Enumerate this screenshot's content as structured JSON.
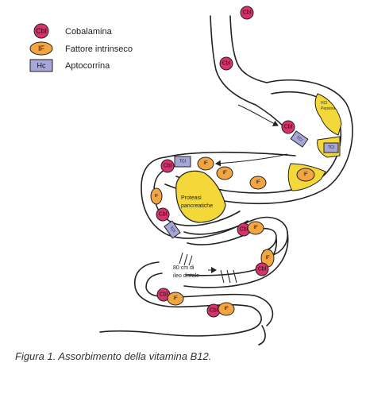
{
  "legend": {
    "cobalamin": {
      "symbol": "Cbl",
      "label": "Cobalamina"
    },
    "intrinsic_factor": {
      "symbol": "IF",
      "label": "Fattore intrinseco"
    },
    "haptocorrin": {
      "symbol": "Hc",
      "label": "Aptocorrina"
    }
  },
  "molecules": {
    "cbl": "Cbl",
    "if": "IF",
    "tci": "TCI"
  },
  "annotations": {
    "stomach_secretion_line1": "HCl",
    "stomach_secretion_line2": "Pepsina",
    "pancreas_line1": "Proteasi",
    "pancreas_line2": "pancreatiche",
    "ileum_line1": "80 cm di",
    "ileum_line2": "ileo distale"
  },
  "caption": "Figura 1. Assorbimento della vitamina B12.",
  "colors": {
    "cobalamin": "#d6336c",
    "intrinsic_factor": "#f2a541",
    "haptocorrin": "#a6a6d8",
    "yellow_tissue": "#f4d83a",
    "outline": "#222222"
  }
}
